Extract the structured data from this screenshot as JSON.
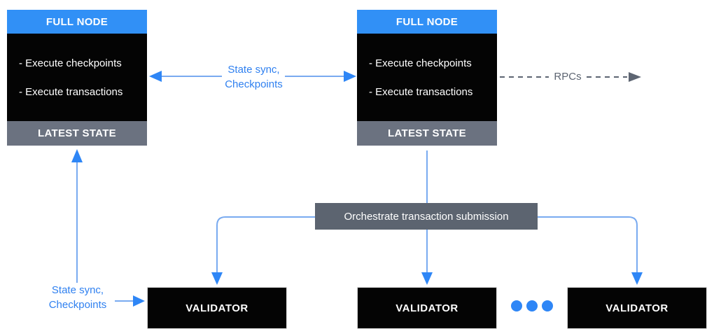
{
  "colors": {
    "header_blue": "#3190f6",
    "arrow_blue": "#2e86f6",
    "line_blue": "#79aaf0",
    "label_blue": "#2f80f0",
    "gray_footer": "#6b7280",
    "gray_orchestrate": "#5c6470",
    "gray_rpcs": "#5d6572",
    "box_black": "#040404",
    "text_white": "#ffffff"
  },
  "full_nodes": [
    {
      "title": "FULL NODE",
      "items": [
        "- Execute checkpoints",
        "- Execute transactions"
      ],
      "footer": "LATEST STATE"
    },
    {
      "title": "FULL NODE",
      "items": [
        "- Execute checkpoints",
        "- Execute transactions"
      ],
      "footer": "LATEST STATE"
    }
  ],
  "labels": {
    "state_sync_top": {
      "line1": "State sync,",
      "line2": "Checkpoints"
    },
    "state_sync_left": {
      "line1": "State sync,",
      "line2": "Checkpoints"
    },
    "rpcs": "RPCs",
    "orchestrate": "Orchestrate transaction submission"
  },
  "validators": [
    "VALIDATOR",
    "VALIDATOR",
    "VALIDATOR"
  ]
}
